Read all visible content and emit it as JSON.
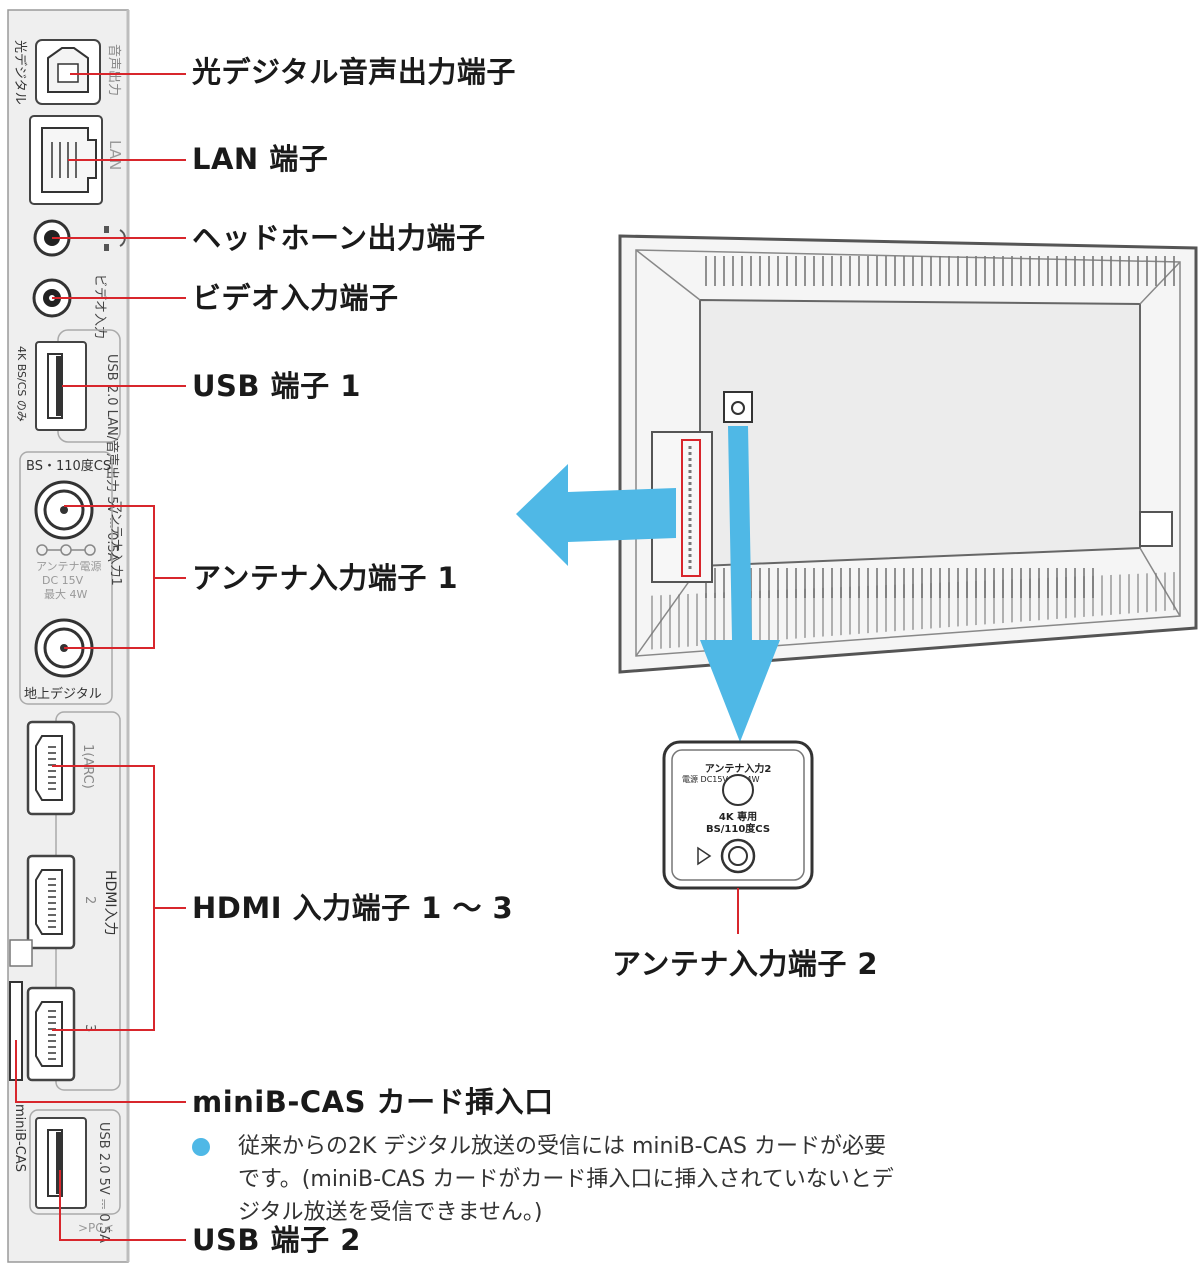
{
  "colors": {
    "leader": "#d8262c",
    "arrow": "#4fb8e6",
    "panel": "#efefef",
    "outline": "#5a5a5a"
  },
  "panel_text": {
    "optical": "光デジタル",
    "audio_out": "音声出力",
    "lan": "LAN",
    "video_in": "ビデオ入力",
    "usb1_side": "4K BS/CS のみ",
    "usb1_spec": "USB 2.0 LAN/音声出力 5V ⎓ 0.5A",
    "bs_header": "BS・110度CS",
    "antenna_power": "アンテナ電源",
    "dc": "DC 15V",
    "max": "最大 4W",
    "antenna_in1": "アンテナ入力1",
    "terrestrial": "地上デジタル",
    "hdmi1": "1(ARC)",
    "hdmi2": "2",
    "hdmi3": "3",
    "hdmi_in": "HDMI入力",
    "minibcas": "miniB-CAS",
    "usb2_spec": "USB 2.0 5V ⎓ 0.5A",
    "pc": ">PC<",
    "detail_title": "アンテナ入力2",
    "detail_power": "電源 DC15V 最大4W",
    "detail_4k": "4K 専用",
    "detail_bs": "BS/110度CS"
  },
  "callouts": {
    "optical": "光デジタル音声出力端子",
    "lan": "LAN 端子",
    "headphone": "ヘッドホーン出力端子",
    "video": "ビデオ入力端子",
    "usb1": "USB 端子 1",
    "antenna1": "アンテナ入力端子 1",
    "hdmi": "HDMI 入力端子 1 ～ 3",
    "minibcas": "miniB-CAS カード挿入口",
    "usb2": "USB 端子 2",
    "antenna2": "アンテナ入力端子 2"
  },
  "note": "従来からの2K デジタル放送の受信には miniB-CAS カードが必要です。(miniB-CAS カードがカード挿入口に挿入されていないとデジタル放送を受信できません。)"
}
